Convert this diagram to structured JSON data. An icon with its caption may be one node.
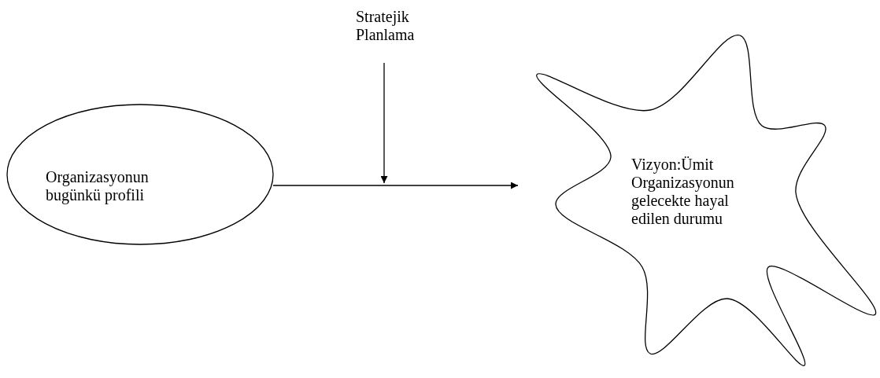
{
  "diagram": {
    "nodes": [
      {
        "text": [
          "Organizasyonun bugünkü profili"
        ]
      },
      {
        "text": [
          "Stratejik Planlama"
        ]
      },
      {
        "text": [
          "Vizyon:Ümit",
          "Organizasyonun gelecekte hayal edilen durumu"
        ]
      }
    ],
    "edges": [
      {
        "from": 0,
        "to": 2,
        "arrow": "to"
      },
      {
        "from": 1,
        "to": null,
        "arrow": "to"
      }
    ]
  }
}
